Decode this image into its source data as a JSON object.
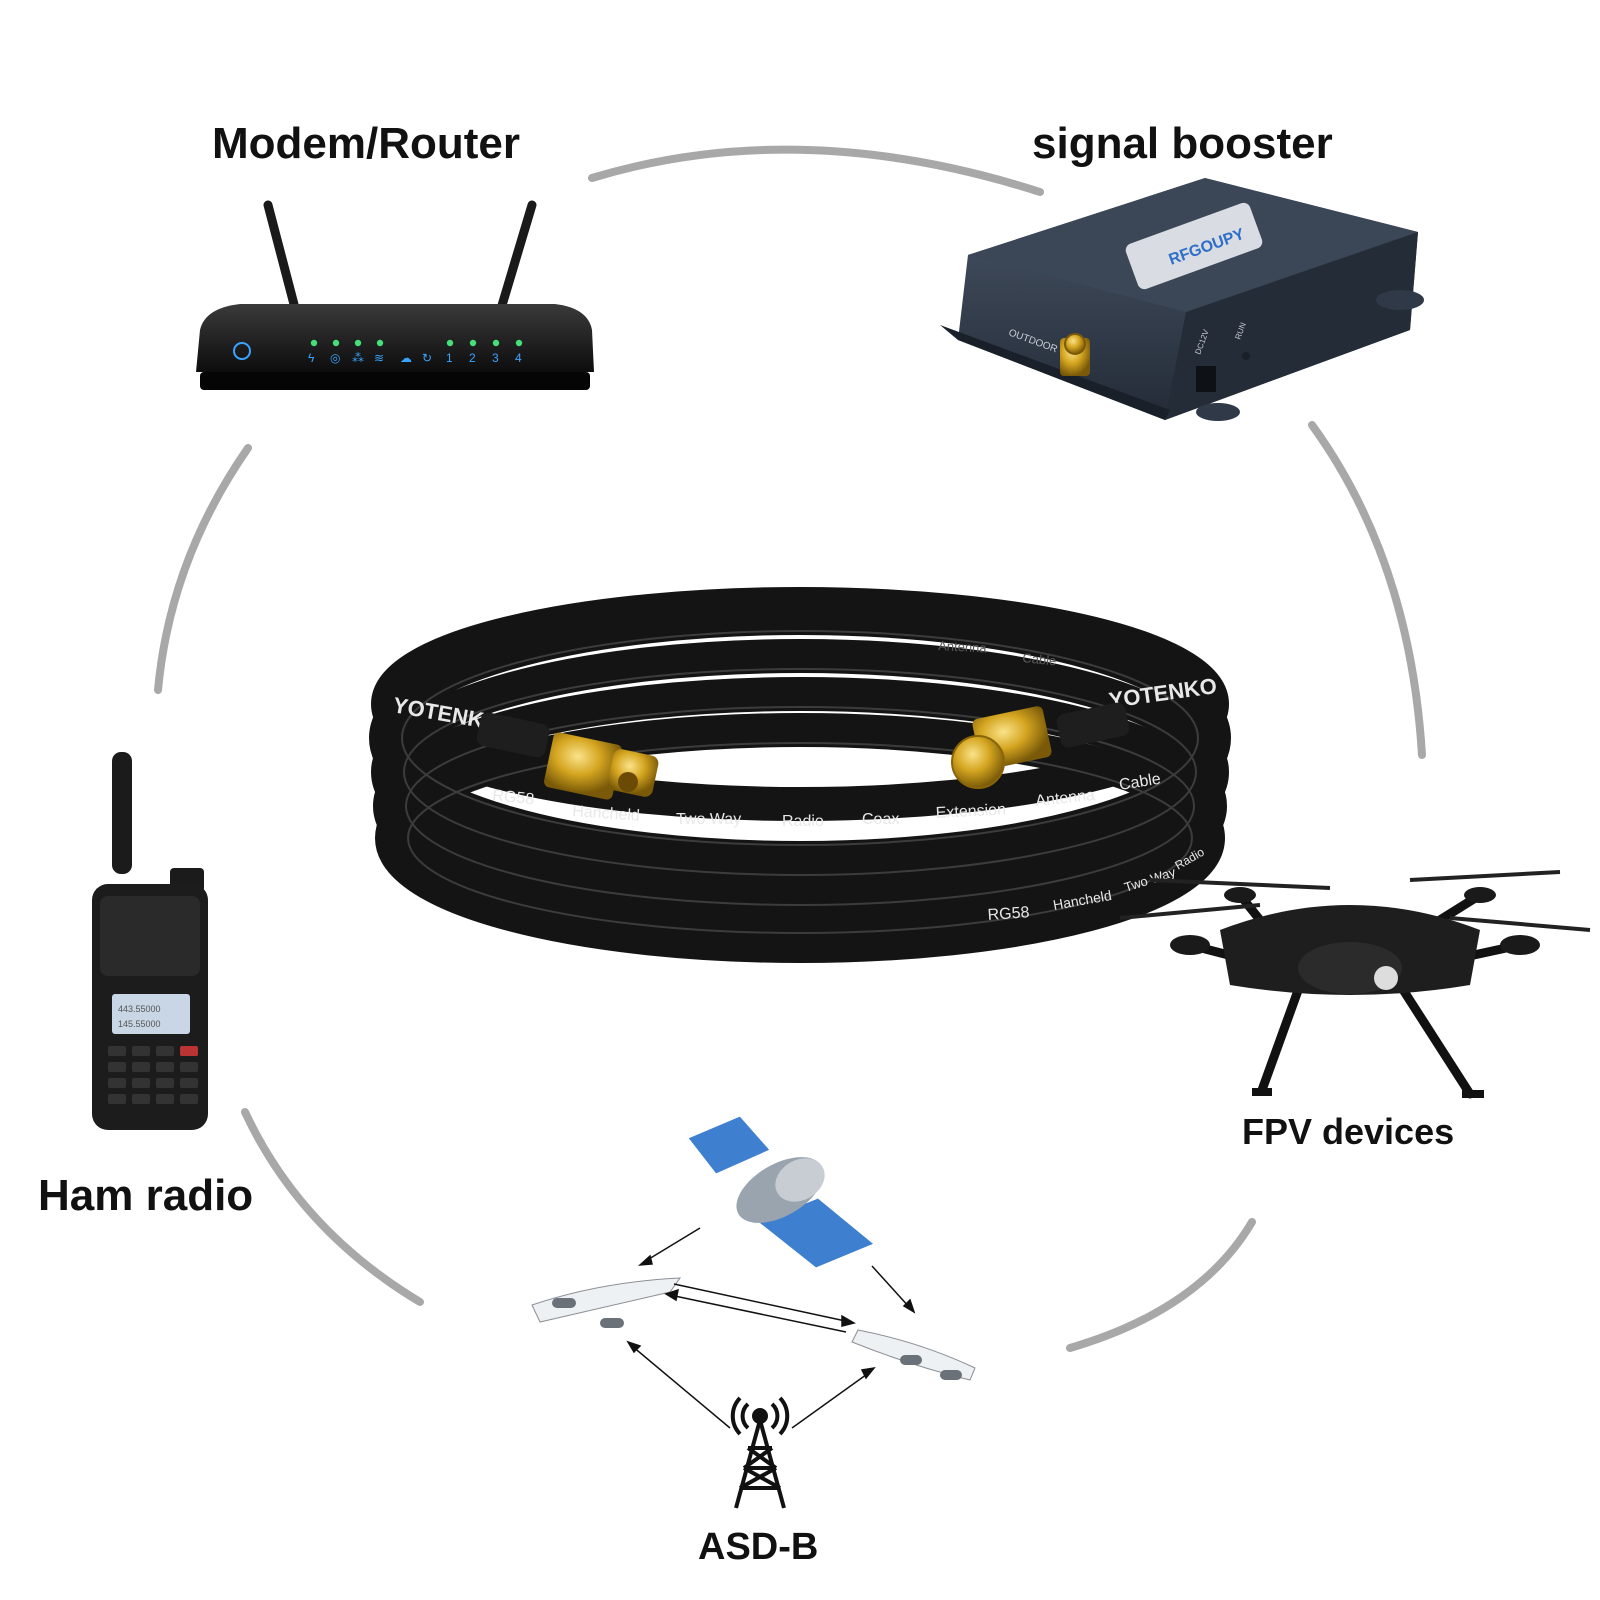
{
  "labels": {
    "modem_router": "Modem/Router",
    "signal_booster": "signal booster",
    "ham_radio": "Ham radio",
    "fpv_devices": "FPV devices",
    "asdb": "ASD-B"
  },
  "cable": {
    "brand": "YOTENKO",
    "print_row_1": [
      "RG58",
      "Hancheld",
      "Two Way",
      "Radio",
      "Coax",
      "Extension",
      "Antenna",
      "Cable"
    ],
    "print_row_2": [
      "RG58",
      "Hancheld",
      "Two Way",
      "Radio"
    ],
    "print_top": [
      "Antenna",
      "Cable"
    ]
  },
  "booster": {
    "logo": "RFGOUPY",
    "port_outdoor": "OUTDOOR",
    "port_dc": "DC12V",
    "led_run": "RUN"
  },
  "router": {
    "indicators": [
      "1",
      "2",
      "3",
      "4"
    ]
  },
  "ham_radio_display": {
    "line1": "443.55000",
    "line2": "145.55000"
  },
  "colors": {
    "arc": "#b0b0b0",
    "cable": "#141414",
    "connector_gold": "#d4a520",
    "device_dark": "#2f3a4a",
    "router_led": "#45e07a"
  }
}
